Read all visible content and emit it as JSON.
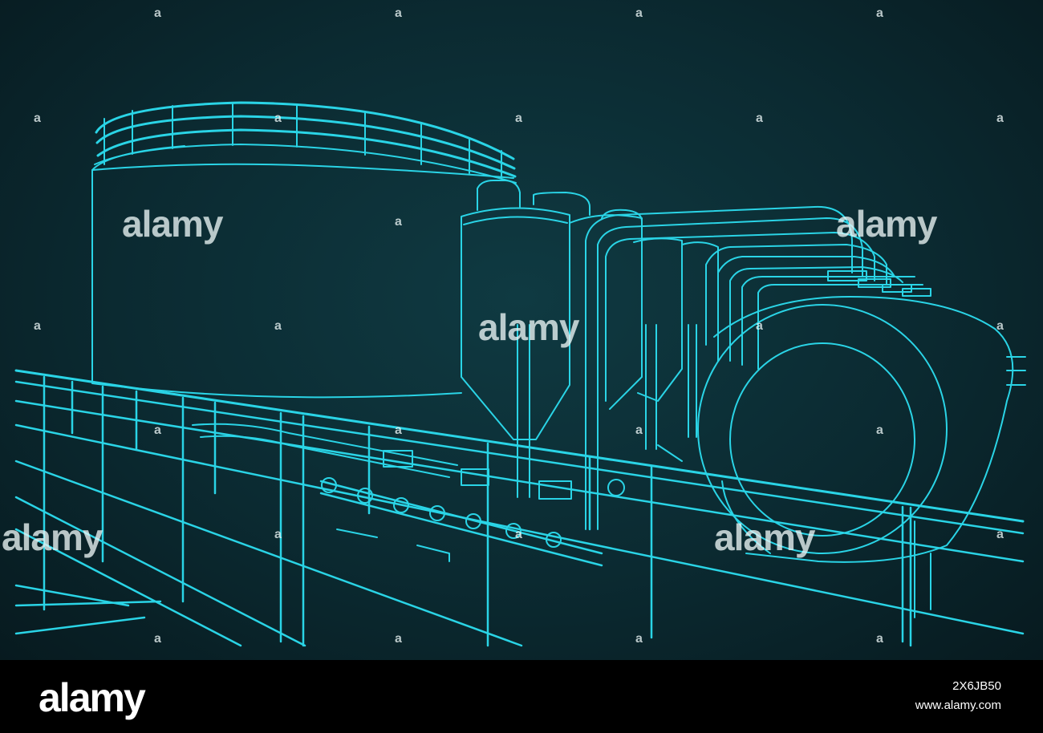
{
  "image": {
    "subject": "blueprint line drawing of industrial storage tanks, silos and pipework on a railed platform",
    "line_color": "#2ad4e6",
    "background_color": "#0b2a31"
  },
  "watermarks": {
    "brand": "alamy",
    "letter": "a"
  },
  "footer": {
    "logo": "alamy",
    "image_id": "2X6JB50",
    "url": "www.alamy.com",
    "background_color": "#000000",
    "text_color": "#ffffff"
  }
}
